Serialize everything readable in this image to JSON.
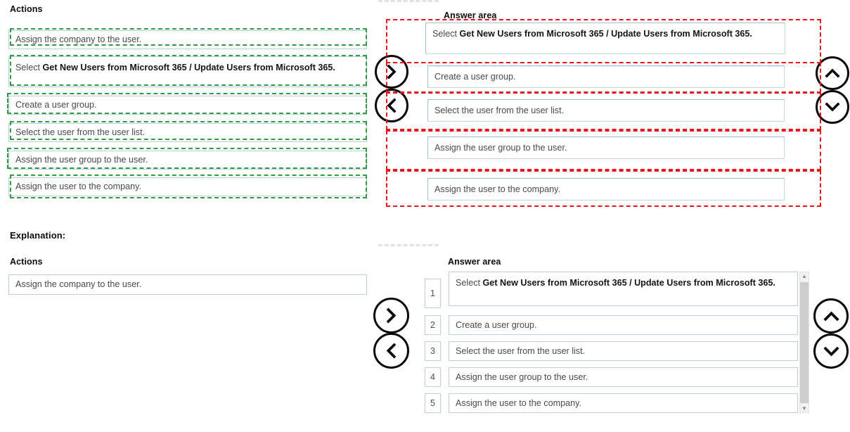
{
  "question": {
    "actions_header": "Actions",
    "answer_header": "Answer area",
    "explanation_label": "Explanation:"
  },
  "top": {
    "actions_header": "Actions",
    "answer_header": "Answer area",
    "actions": [
      {
        "text": "Assign the company to the user.",
        "rich": false
      },
      {
        "text": "Select Get New Users from Microsoft 365 / Update Users from Microsoft 365.",
        "rich": true,
        "prefix": "Select ",
        "bold": "Get New Users from Microsoft 365 / Update Users from Microsoft 365."
      },
      {
        "text": "Create a user group.",
        "rich": false
      },
      {
        "text": "Select the user from the user list.",
        "rich": false
      },
      {
        "text": "Assign the user group to the user.",
        "rich": false
      },
      {
        "text": "Assign the user to the company.",
        "rich": false
      }
    ],
    "answers": [
      {
        "text": "Select Get New Users from Microsoft 365 / Update Users from Microsoft 365.",
        "rich": true,
        "prefix": "Select ",
        "bold": "Get New Users from Microsoft 365 / Update Users from Microsoft 365."
      },
      {
        "text": "Create a user group.",
        "rich": false
      },
      {
        "text": "Select the user from the user list.",
        "rich": false
      },
      {
        "text": "Assign the user group to the user.",
        "rich": false
      },
      {
        "text": "Assign the user to the company.",
        "rich": false
      }
    ],
    "buttons": {
      "move_right": "move-right",
      "move_left": "move-left",
      "move_up": "move-up",
      "move_down": "move-down"
    }
  },
  "bottom": {
    "actions_header": "Actions",
    "answer_header": "Answer area",
    "actions": [
      {
        "text": "Assign the company to the user.",
        "rich": false
      }
    ],
    "answers": [
      {
        "num": "1",
        "text": "Select Get New Users from Microsoft 365 / Update Users from Microsoft 365.",
        "rich": true,
        "prefix": "Select ",
        "bold": "Get New Users from Microsoft 365 / Update Users from Microsoft 365."
      },
      {
        "num": "2",
        "text": "Create a user group.",
        "rich": false
      },
      {
        "num": "3",
        "text": "Select the user from the user list.",
        "rich": false
      },
      {
        "num": "4",
        "text": "Assign the user group to the user.",
        "rich": false
      },
      {
        "num": "5",
        "text": "Assign the user to the company.",
        "rich": false
      }
    ],
    "buttons": {
      "move_right": "move-right",
      "move_left": "move-left",
      "move_up": "move-up",
      "move_down": "move-down"
    },
    "scrollbar": {
      "up_glyph": "▲",
      "down_glyph": "▼"
    }
  },
  "colors": {
    "annotation_green": "#2e9e43",
    "annotation_red": "#e8161a",
    "box_border": "#b9cfe7",
    "text_gray": "#4a4a4a",
    "heading": "#0d0d0d"
  }
}
